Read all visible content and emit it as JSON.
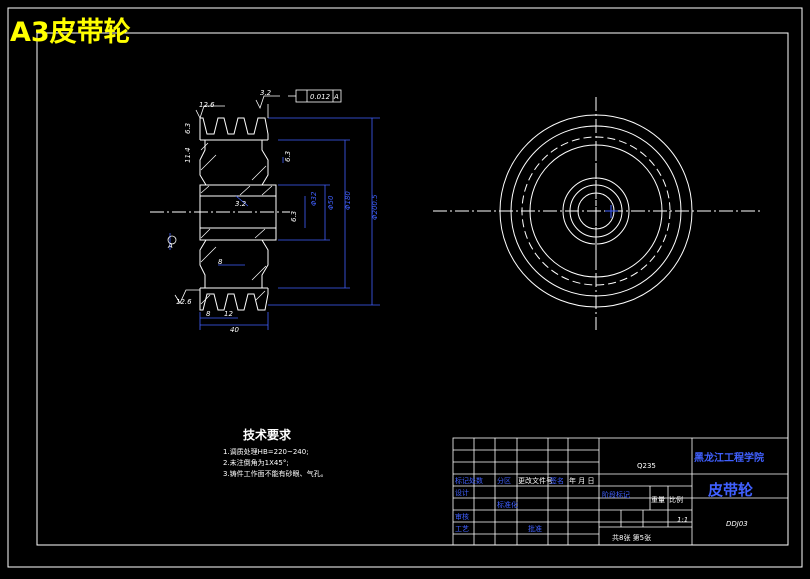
{
  "drawing": {
    "sheet_label": "A3皮带轮",
    "colors": {
      "outline": "#ffffff",
      "dimension": "#4060ff",
      "sheet_label": "#ffff00",
      "background": "#000000"
    }
  },
  "front_view": {
    "dims": {
      "top_width": "12.6",
      "roughness_top": "3.2",
      "tolerance": "0.012",
      "tolerance_ref": "A",
      "left_upper": "6.3",
      "left_mid": "11.4",
      "inner_roughness": "6.3",
      "hub_roughness": "3.2",
      "bore": "Φ32",
      "hub_dia": "Φ50",
      "outer_dia": "Φ180",
      "outer_dia2": "Φ200.5",
      "bore_roughness": "6.3",
      "datum": "A",
      "b_dim": "8",
      "bottom_left": "12.6",
      "groove_pitch": "8",
      "groove_w": "12",
      "total_width": "40"
    }
  },
  "tech_requirements": {
    "title": "技术要求",
    "items": [
      "1.调质处理HB=220~240;",
      "2.未注倒角为1X45°;",
      "3.铸件工作面不能有砂眼、气孔。"
    ]
  },
  "title_block": {
    "material": "Q235",
    "school": "黑龙江工程学院",
    "part_name": "皮带轮",
    "drawing_no": "DDJ03",
    "scale": "1:1",
    "sheets": "共8张 第5张",
    "stage": "阶段标记",
    "weight": "重量",
    "ratio": "比例",
    "revision_row": [
      "标记处数",
      "分区",
      "更改文件号",
      "签名",
      "年 月 日"
    ],
    "design": "设计",
    "standard": "标准化",
    "review": "审核",
    "process": "工艺",
    "approve": "批准"
  }
}
